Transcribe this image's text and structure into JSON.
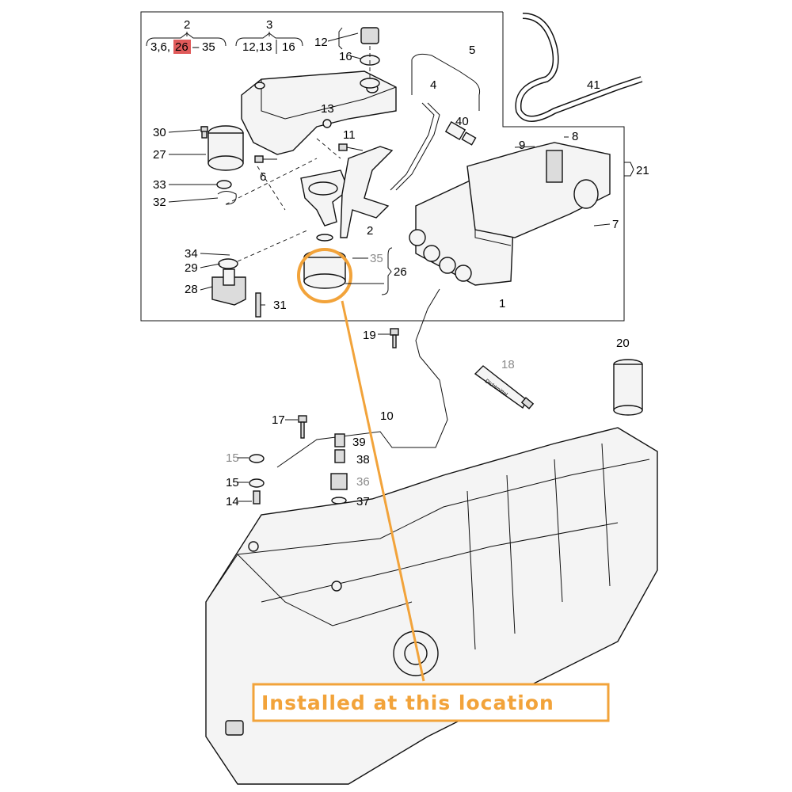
{
  "diagram": {
    "header": {
      "group_2": {
        "number": "2",
        "items_prefix": "3,6,",
        "highlight": "26",
        "items_suffix": "35"
      },
      "group_3": {
        "number": "3",
        "items_left": "12,13",
        "items_right": "16"
      }
    },
    "part_labels": {
      "p1": "1",
      "p2": "2",
      "p4": "4",
      "p5": "5",
      "p6": "6",
      "p7": "7",
      "p8": "8",
      "p9": "9",
      "p10": "10",
      "p11": "11",
      "p12": "12",
      "p13": "13",
      "p14": "14",
      "p15a": "15",
      "p15b": "15",
      "p16": "16",
      "p17": "17",
      "p18": "18",
      "p19": "19",
      "p20": "20",
      "p21": "21",
      "p26": "26",
      "p27": "27",
      "p28": "28",
      "p29": "29",
      "p30": "30",
      "p31": "31",
      "p32": "32",
      "p33": "33",
      "p34": "34",
      "p35": "35",
      "p36": "36",
      "p37": "37",
      "p38": "38",
      "p39": "39",
      "p40": "40",
      "p41": "41"
    },
    "tube_label": "Dichtmittel",
    "callout": "Installed at this location",
    "colors": {
      "callout": "#f2a33a",
      "highlight": "#e05a5a",
      "line": "#111111"
    }
  }
}
